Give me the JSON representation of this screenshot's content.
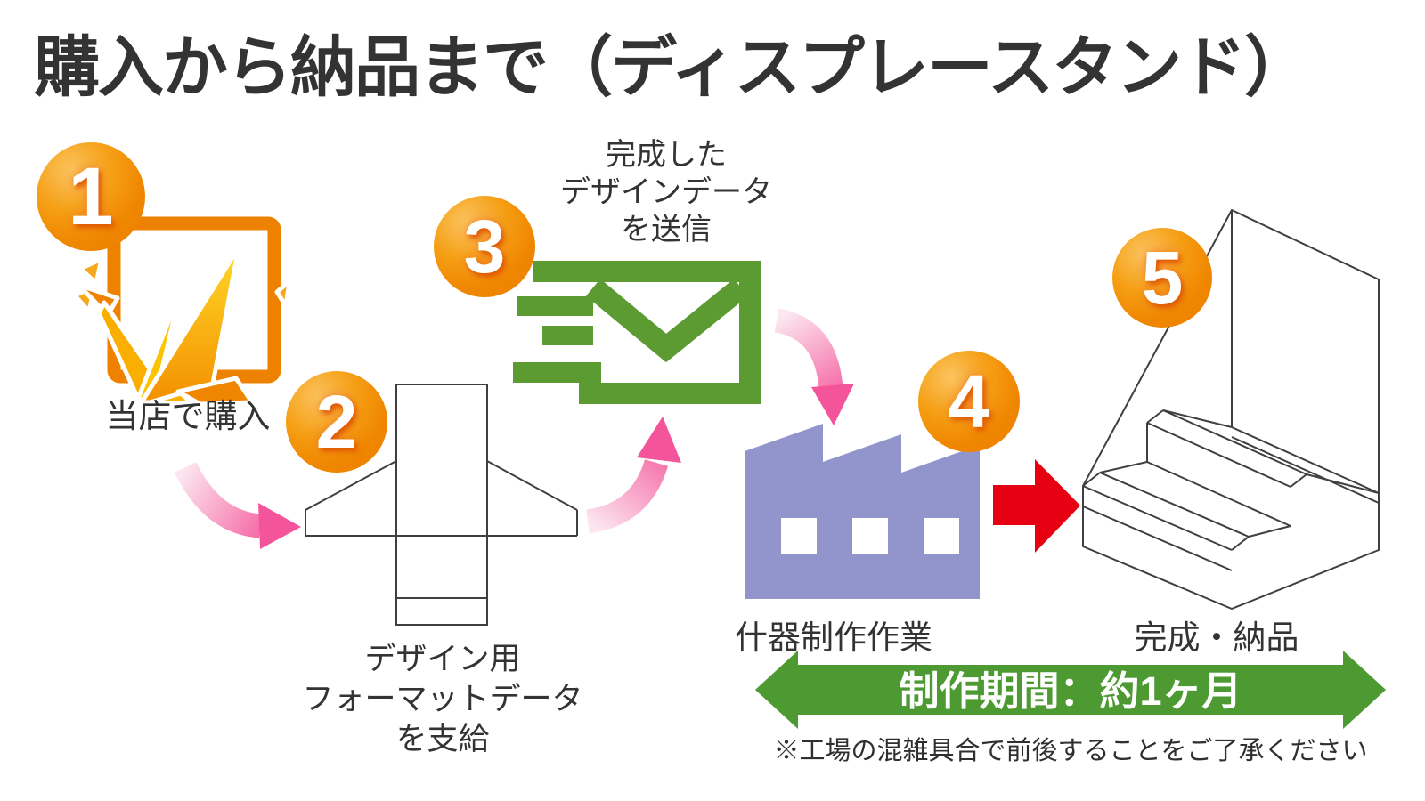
{
  "title": "購入から納品まで（ディスプレースタンド）",
  "steps": [
    {
      "number": "1",
      "label": "当店で購入",
      "icon": "origami-crane-logo"
    },
    {
      "number": "2",
      "label_lines": [
        "デザイン用",
        "フォーマットデータ",
        "を支給"
      ],
      "icon": "diecut-template"
    },
    {
      "number": "3",
      "label_lines": [
        "完成した",
        "デザインデータ",
        "を送信"
      ],
      "icon": "sending-envelope"
    },
    {
      "number": "4",
      "label": "什器制作作業",
      "icon": "factory"
    },
    {
      "number": "5",
      "label": "完成・納品",
      "icon": "display-stand"
    }
  ],
  "timeline": {
    "label": "制作期間：約1ヶ月",
    "note": "※工場の混雑具合で前後することをご了承ください"
  },
  "colors": {
    "accent_orange": "#ef8300",
    "pink_arrow": "#f4559a",
    "green_banner": "#4d9a33",
    "green_envelope": "#5c9b32",
    "factory_purple": "#9295cb",
    "red_arrow": "#e60012"
  }
}
